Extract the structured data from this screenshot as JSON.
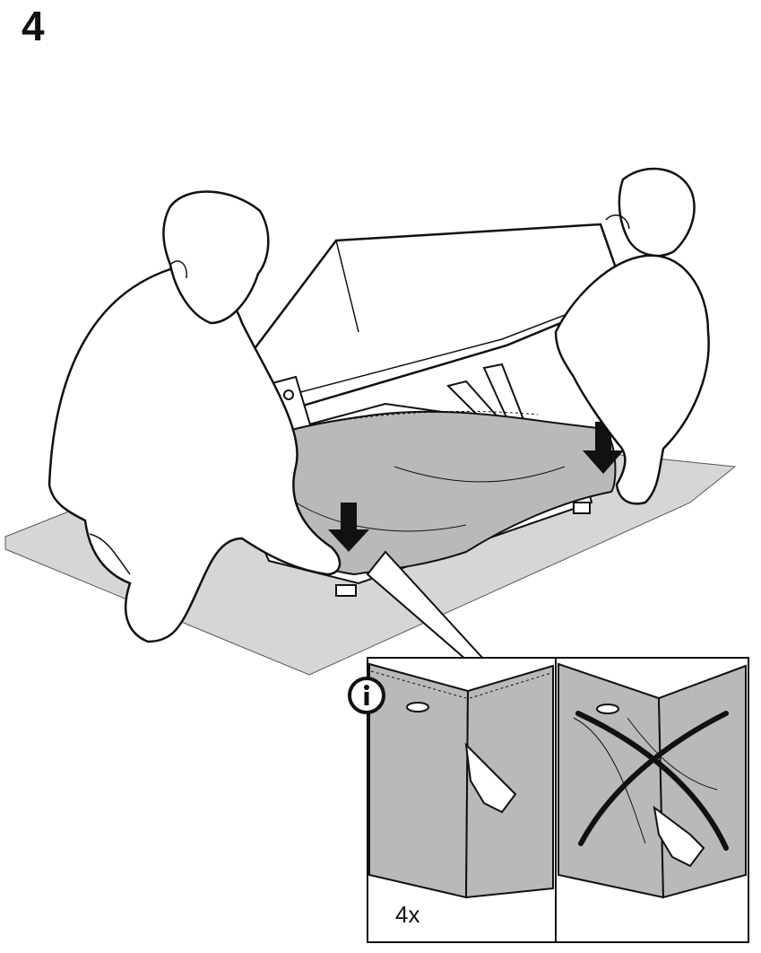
{
  "step": {
    "number": "4"
  },
  "inset": {
    "count_label": "4x",
    "info_icon": "info-icon",
    "correct_panel": "fabric-smoothed-correct",
    "incorrect_panel": "fabric-wrinkled-incorrect"
  },
  "colors": {
    "fabric": "#b9b9b9",
    "mat": "#d6d6d6",
    "line": "#111111",
    "background": "#ffffff"
  }
}
